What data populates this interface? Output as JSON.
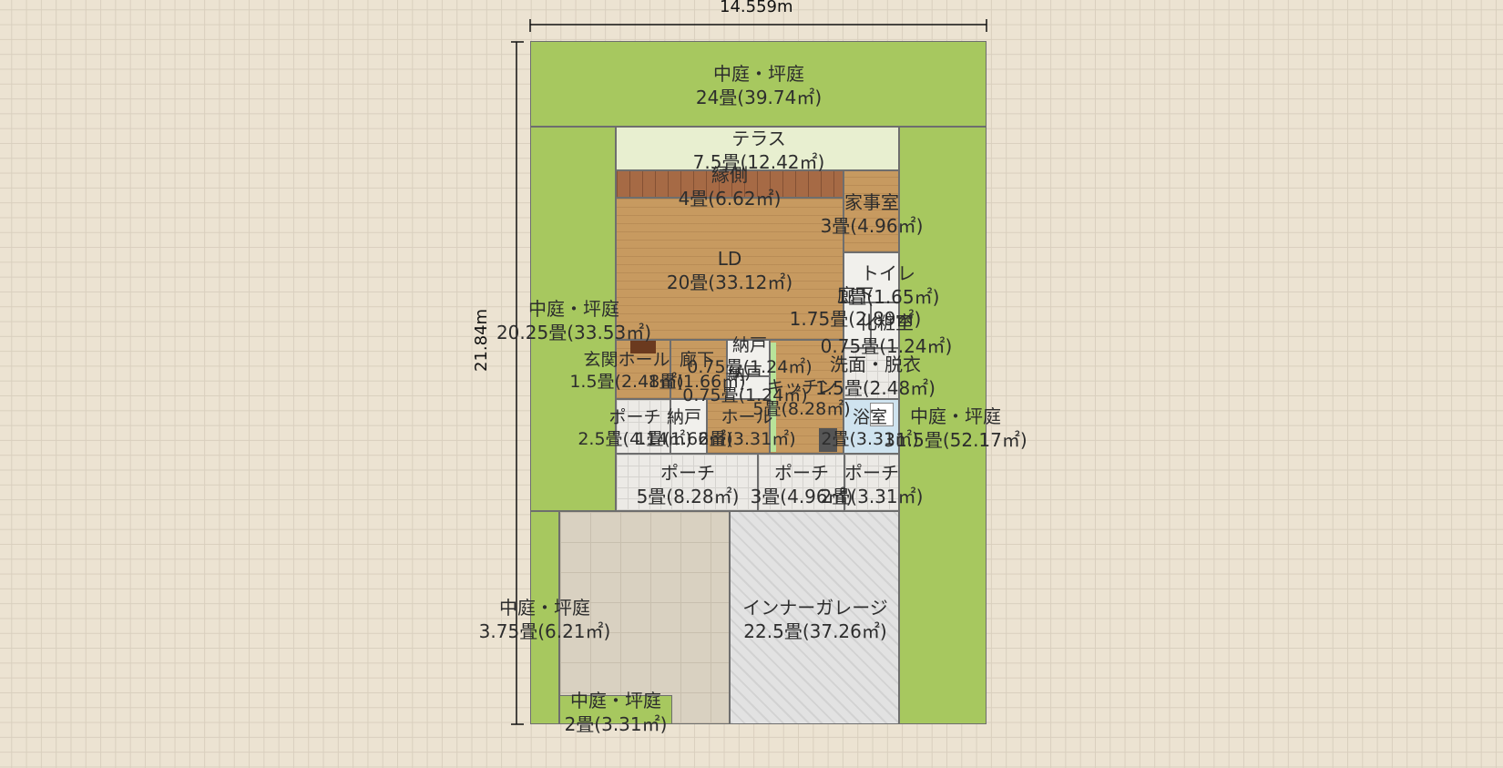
{
  "dimensions": {
    "width": "14.559m",
    "height": "21.84m"
  },
  "rooms": [
    {
      "name": "中庭・坪庭",
      "area": "24畳(39.74㎡)"
    },
    {
      "name": "テラス",
      "area": "7.5畳(12.42㎡)"
    },
    {
      "name": "縁側",
      "area": "4畳(6.62㎡)"
    },
    {
      "name": "家事室",
      "area": "3畳(4.96㎡)"
    },
    {
      "name": "LD",
      "area": "20畳(33.12㎡)"
    },
    {
      "name": "トイレ",
      "area": "1畳(1.65㎡)"
    },
    {
      "name": "廊下",
      "area": "1.75畳(2.89㎡)"
    },
    {
      "name": "化粧室",
      "area": "0.75畳(1.24㎡)"
    },
    {
      "name": "中庭・坪庭",
      "area": "20.25畳(33.53㎡)"
    },
    {
      "name": "納戸",
      "area": "0.75畳(1.24㎡)"
    },
    {
      "name": "玄関ホール",
      "area": "1.5畳(2.48㎡)"
    },
    {
      "name": "廊下",
      "area": "1畳(1.66㎡)"
    },
    {
      "name": "納戸",
      "area": "0.75畳(1.24㎡)"
    },
    {
      "name": "キッチン",
      "area": "5畳(8.28㎡)"
    },
    {
      "name": "洗面・脱衣",
      "area": "1.5畳(2.48㎡)"
    },
    {
      "name": "ポーチ",
      "area": "2.5畳(4.14㎡)"
    },
    {
      "name": "納戸",
      "area": "1畳(1.66㎡)"
    },
    {
      "name": "ホール",
      "area": "2畳(3.31㎡)"
    },
    {
      "name": "浴室",
      "area": "2畳(3.31㎡)"
    },
    {
      "name": "中庭・坪庭",
      "area": "31.5畳(52.17㎡)"
    },
    {
      "name": "ポーチ",
      "area": "5畳(8.28㎡)"
    },
    {
      "name": "ポーチ",
      "area": "3畳(4.96㎡)"
    },
    {
      "name": "ポーチ",
      "area": "2畳(3.31㎡)"
    },
    {
      "name": "中庭・坪庭",
      "area": "3.75畳(6.21㎡)"
    },
    {
      "name": "インナーガレージ",
      "area": "22.5畳(37.26㎡)"
    },
    {
      "name": "中庭・坪庭",
      "area": "2畳(3.31㎡)"
    }
  ]
}
